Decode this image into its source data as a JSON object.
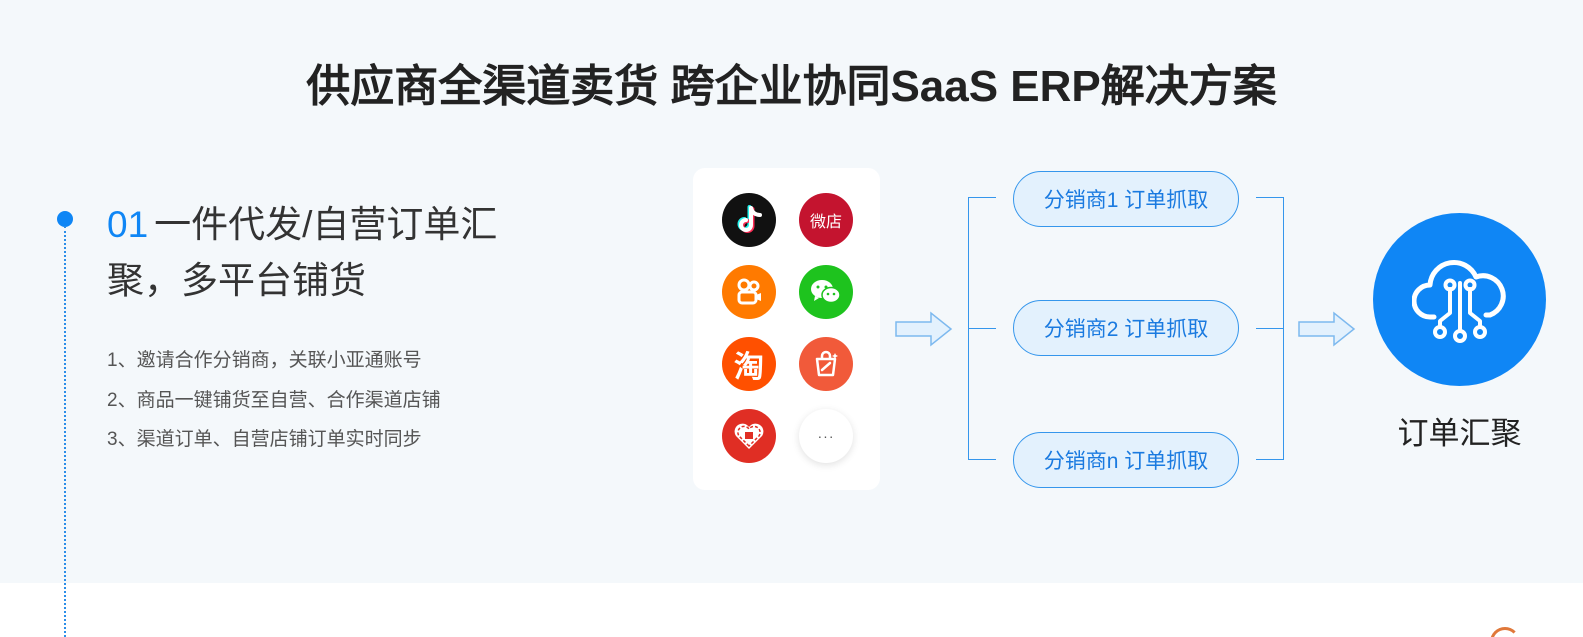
{
  "page": {
    "title": "供应商全渠道卖货 跨企业协同SaaS ERP解决方案",
    "accent_color": "#0f86f5"
  },
  "section": {
    "number": "01",
    "heading": "一件代发/自营订单汇聚，多平台铺货",
    "steps": [
      "1、邀请合作分销商，关联小亚通账号",
      "2、商品一键铺货至自营、合作渠道店铺",
      "3、渠道订单、自营店铺订单实时同步"
    ]
  },
  "platforms": {
    "icons": [
      {
        "name": "douyin-icon",
        "label": "",
        "color": "#111111"
      },
      {
        "name": "weidian-icon",
        "label": "微店",
        "color": "#c4142f"
      },
      {
        "name": "kuaishou-icon",
        "label": "",
        "color": "#ff7a00"
      },
      {
        "name": "wechat-icon",
        "label": "",
        "color": "#1ec31e"
      },
      {
        "name": "taobao-icon",
        "label": "淘",
        "color": "#ff5000"
      },
      {
        "name": "shopping-bag-icon",
        "label": "",
        "color": "#f15a3a"
      },
      {
        "name": "pinduoduo-icon",
        "label": "",
        "color": "#e02e24"
      },
      {
        "name": "more-icon",
        "label": "···",
        "color": "#ffffff"
      }
    ]
  },
  "distributors": [
    {
      "label": "分销商1  订单抓取"
    },
    {
      "label": "分销商2  订单抓取"
    },
    {
      "label": "分销商n  订单抓取"
    }
  ],
  "hub": {
    "label": "订单汇聚",
    "icon": "cloud-circuit-icon"
  }
}
